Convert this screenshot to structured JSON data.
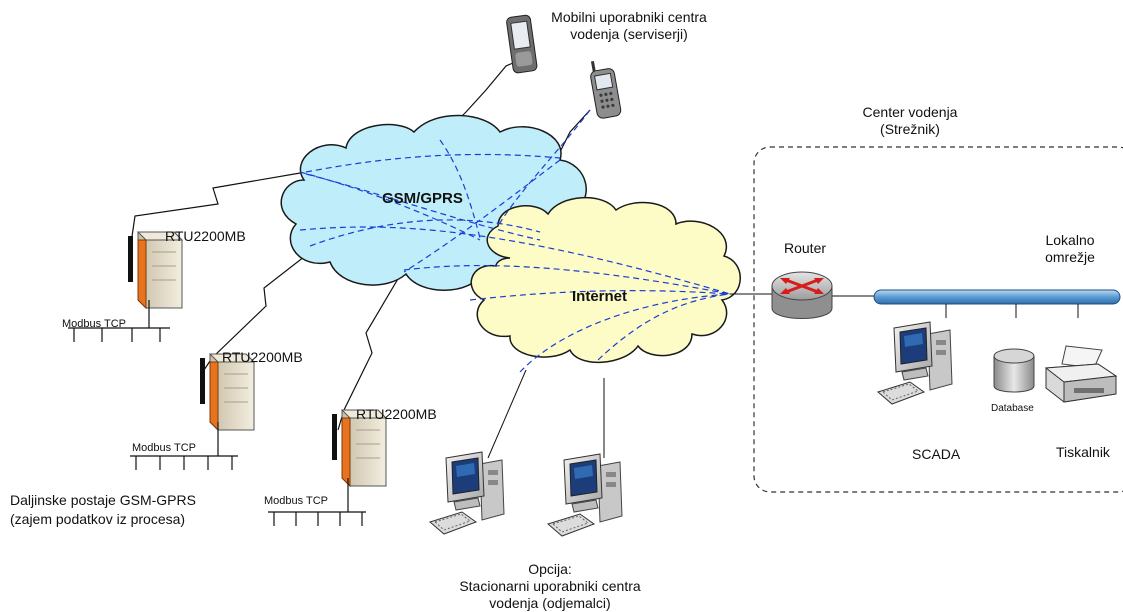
{
  "clouds": {
    "gsm": {
      "label": "GSM/GPRS",
      "fill": "#bfeefa"
    },
    "internet": {
      "label": "Internet",
      "fill": "#fdfbc6"
    }
  },
  "mobile_users": {
    "line1": "Mobilni uporabniki centra",
    "line2": "vodenja (serviserji)"
  },
  "control_center": {
    "line1": "Center vodenja",
    "line2": "(Strežnik)"
  },
  "router_label": "Router",
  "lan": {
    "line1": "Lokalno",
    "line2": "omrežje"
  },
  "rtus": [
    {
      "name": "RTU2200MB",
      "bus_label": "Modbus TCP"
    },
    {
      "name": "RTU2200MB",
      "bus_label": "Modbus TCP"
    },
    {
      "name": "RTU2200MB",
      "bus_label": "Modbus TCP"
    }
  ],
  "remote_stations": {
    "line1": "Daljinske postaje GSM-GPRS",
    "line2": "(zajem podatkov iz procesa)"
  },
  "scada_label": "SCADA",
  "database_label": "Database",
  "printer_label": "Tiskalnik",
  "option": {
    "line1": "Opcija:",
    "line2": "Stacionarni uporabniki centra",
    "line3": "vodenja (odjemalci)"
  },
  "icons": [
    "pda-icon",
    "mobile-phone-icon",
    "router-icon",
    "server-icon",
    "desktop-computer-icon",
    "database-icon",
    "printer-icon"
  ],
  "colors": {
    "link_dashed": "#1a3fd6",
    "lan_bus": "#5b9bd5",
    "rtu_accent": "#e8731e"
  }
}
